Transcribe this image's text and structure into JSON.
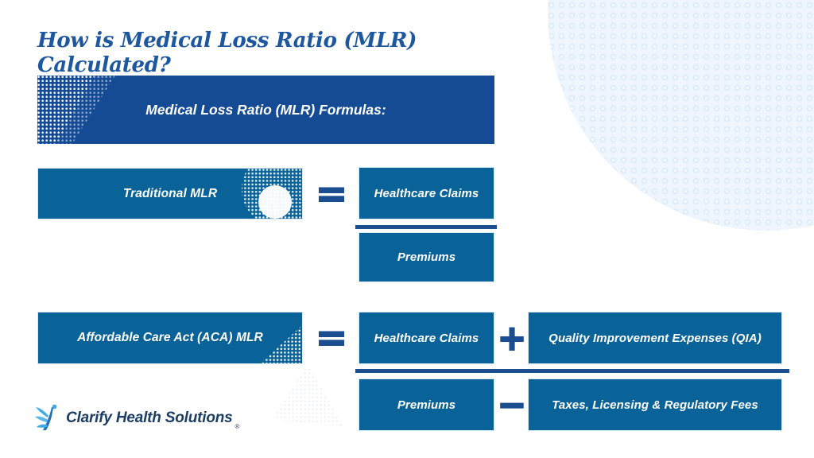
{
  "title": "How is Medical Loss Ratio (MLR) Calculated?",
  "banner": {
    "label": "Medical Loss Ratio (MLR) Formulas:"
  },
  "formula_rows": [
    {
      "lhs": "Traditional MLR",
      "op": "=",
      "numerator": [
        {
          "label": "Healthcare Claims"
        }
      ],
      "denominator": [
        {
          "label": "Premiums"
        }
      ]
    },
    {
      "lhs": "Affordable Care Act (ACA) MLR",
      "op": "=",
      "numerator": [
        {
          "label": "Healthcare Claims"
        },
        {
          "op": "+",
          "label": "Quality Improvement Expenses (QIA)"
        }
      ],
      "denominator": [
        {
          "label": "Premiums"
        },
        {
          "op": "−",
          "label": "Taxes, Licensing & Regulatory Fees"
        }
      ]
    }
  ],
  "logo": {
    "name": "Clarify Health Solutions",
    "registered": "®"
  },
  "colors": {
    "banner_navy": "#154B94",
    "box_teal": "#0A6398",
    "accent_navy": "#1B4E91",
    "title_blue": "#1C57A0",
    "logo_blue": "#3FA9E1",
    "logo_text_navy": "#1C3D64",
    "halftone_blue": "#E0EDF9"
  }
}
